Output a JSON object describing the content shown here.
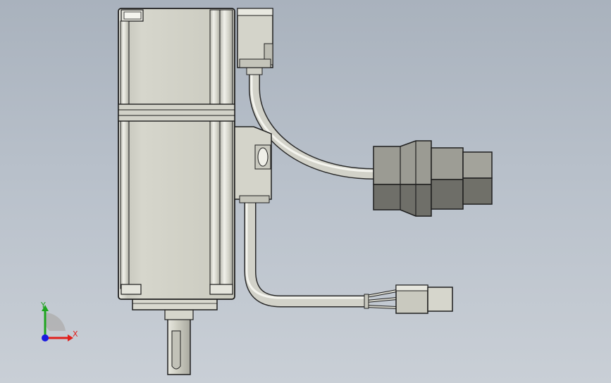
{
  "triad": {
    "x_label": "X",
    "y_label": "Y",
    "x_color": "#e0201c",
    "y_color": "#1fa51f",
    "z_color": "#1a1ae0"
  },
  "colors": {
    "motor_body": "#cfcfc4",
    "motor_edge": "#1e1e1e",
    "cable": "#d4d4cc",
    "connector_light": "#9b9b93",
    "connector_dark": "#6f6f69",
    "shaft": "#cfcfc4"
  },
  "parts": {
    "motor": "servo-motor",
    "power_cable": "power-cable",
    "encoder_cable": "encoder-cable",
    "power_connector": "power-connector",
    "encoder_connector": "encoder-connector",
    "shaft": "output-shaft"
  }
}
